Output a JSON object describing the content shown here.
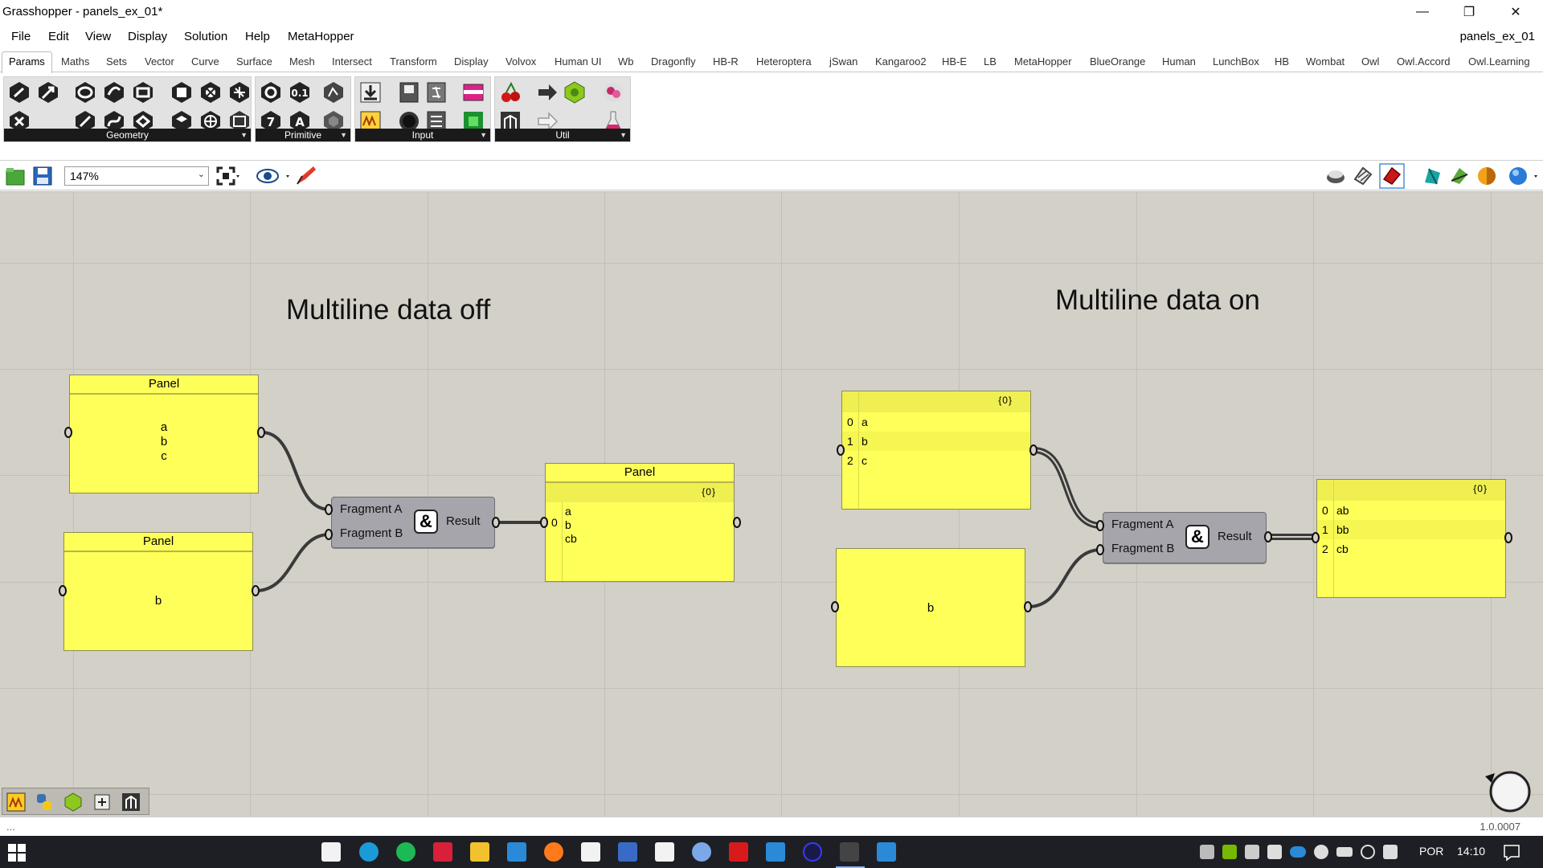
{
  "window": {
    "title": "Grasshopper - panels_ex_01*",
    "doc_name": "panels_ex_01"
  },
  "menu": [
    "File",
    "Edit",
    "View",
    "Display",
    "Solution",
    "Help",
    "MetaHopper"
  ],
  "tabs": [
    "Params",
    "Maths",
    "Sets",
    "Vector",
    "Curve",
    "Surface",
    "Mesh",
    "Intersect",
    "Transform",
    "Display",
    "Volvox",
    "Human UI",
    "Wb",
    "Dragonfly",
    "HB-R",
    "Heteroptera",
    "jSwan",
    "Kangaroo2",
    "HB-E",
    "LB",
    "MetaHopper",
    "BlueOrange",
    "Human",
    "LunchBox",
    "HB",
    "Wombat",
    "Owl",
    "Owl.Accord",
    "Owl.Learning"
  ],
  "ribbon_groups": [
    "Geometry",
    "Primitive",
    "Input",
    "Util"
  ],
  "toolbar": {
    "zoom": "147%"
  },
  "canvas": {
    "heading_left": "Multiline data off",
    "heading_right": "Multiline data on",
    "left": {
      "panel_a": {
        "title": "Panel",
        "text": [
          "a",
          "b",
          "c"
        ]
      },
      "panel_b": {
        "title": "Panel",
        "text": "b"
      },
      "component": {
        "input_a": "Fragment A",
        "input_b": "Fragment B",
        "symbol": "&",
        "output": "Result"
      },
      "panel_out": {
        "title": "Panel",
        "path": "{0}",
        "index": "0",
        "text": [
          "a",
          "b",
          "cb"
        ]
      }
    },
    "right": {
      "panel_a": {
        "path": "{0}",
        "rows": [
          {
            "i": "0",
            "v": "a"
          },
          {
            "i": "1",
            "v": "b"
          },
          {
            "i": "2",
            "v": "c"
          }
        ]
      },
      "panel_b": {
        "text": "b"
      },
      "component": {
        "input_a": "Fragment A",
        "input_b": "Fragment B",
        "symbol": "&",
        "output": "Result"
      },
      "panel_out": {
        "path": "{0}",
        "rows": [
          {
            "i": "0",
            "v": "ab"
          },
          {
            "i": "1",
            "v": "bb"
          },
          {
            "i": "2",
            "v": "cb"
          }
        ]
      }
    }
  },
  "status": {
    "left": "...",
    "version": "1.0.0007"
  },
  "taskbar": {
    "lang": "POR",
    "time": "14:10"
  }
}
